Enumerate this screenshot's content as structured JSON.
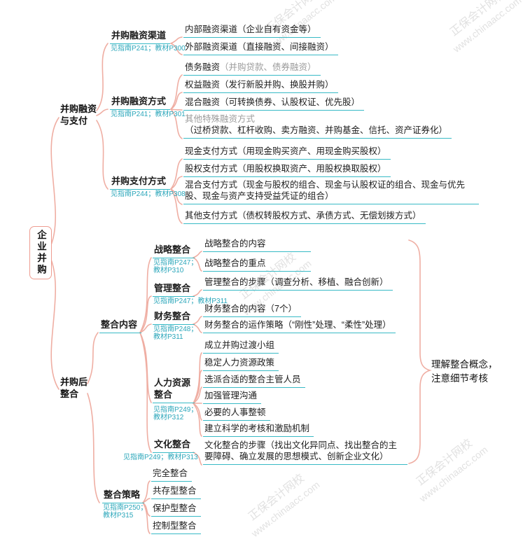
{
  "watermarks": {
    "brand": "正保会计网校",
    "url": "www.chinaacc.com"
  },
  "root": {
    "label": "企业并购"
  },
  "branch_financing": {
    "l1": "并购融资",
    "l2": "与支付"
  },
  "branch_integration": {
    "l1": "并购后",
    "l2": "整合"
  },
  "fin_channel": {
    "label": "并购融资渠道",
    "ref": "见指南P241；教材P300",
    "item1": "内部融资渠道（企业自有资金等）",
    "item2": "外部融资渠道（直接融资、间接融资）"
  },
  "fin_method": {
    "label": "并购融资方式",
    "ref": "见指南P241；教材P301",
    "item1_main": "债务融资",
    "item1_note": "（并购贷款、债券融资）",
    "item2": "权益融资（发行新股并购、换股并购）",
    "item3": "混合融资（可转换债券、认股权证、优先股）",
    "item4_main": "其他特殊融资方式",
    "item4_note": "（过桥贷款、杠杆收购、卖方融资、并购基金、信托、资产证券化）"
  },
  "pay_method": {
    "label": "并购支付方式",
    "ref": "见指南P244；教材P308",
    "item1": "现金支付方式（用现金购买资产、用现金购买股权）",
    "item2": "股权支付方式（用股权换取资产、用股权换取股权）",
    "item3": "混合支付方式（现金与股权的组合、现金与认股权证的组合、现金与优先股、现金与资产支持受益凭证的组合）",
    "item4": "其他支付方式（债权转股权方式、承债方式、无偿划拨方式）"
  },
  "integration_content": {
    "label": "整合内容"
  },
  "strategic": {
    "label": "战略整合",
    "ref1": "见指南P247；",
    "ref2": "教材P310",
    "item1": "战略整合的内容",
    "item2": "战略整合的重点"
  },
  "management": {
    "label": "管理整合",
    "ref": "见指南P247；教材P311",
    "item1": "管理整合的步骤（调查分析、移植、融合创新）"
  },
  "finance_int": {
    "label": "财务整合",
    "ref1": "见指南P248；",
    "ref2": "教材P311",
    "item1": "财务整合的内容（7个）",
    "item2": "财务整合的运作策略（“刚性”处理、“柔性”处理）"
  },
  "hr": {
    "l1": "人力资源",
    "l2": "整合",
    "ref1": "见指南P249；",
    "ref2": "教材P312",
    "item1": "成立并购过渡小组",
    "item2": "稳定人力资源政策",
    "item3": "选派合适的整合主管人员",
    "item4": "加强管理沟通",
    "item5": "必要的人事整顿",
    "item6": "建立科学的考核和激励机制"
  },
  "culture": {
    "label": "文化整合",
    "ref": "见指南P249；教材P313",
    "item1": "文化整合的步骤（找出文化异同点、找出整合的主要障碍、确立发展的思想模式、创新企业文化）"
  },
  "integration_strategy": {
    "label": "整合策略",
    "ref1": "见指南P250；",
    "ref2": "教材P315",
    "item1": "完全整合",
    "item2": "共存型整合",
    "item3": "保护型整合",
    "item4": "控制型整合"
  },
  "note": {
    "l1": "理解整合概念，",
    "l2": "注意细节考核"
  }
}
